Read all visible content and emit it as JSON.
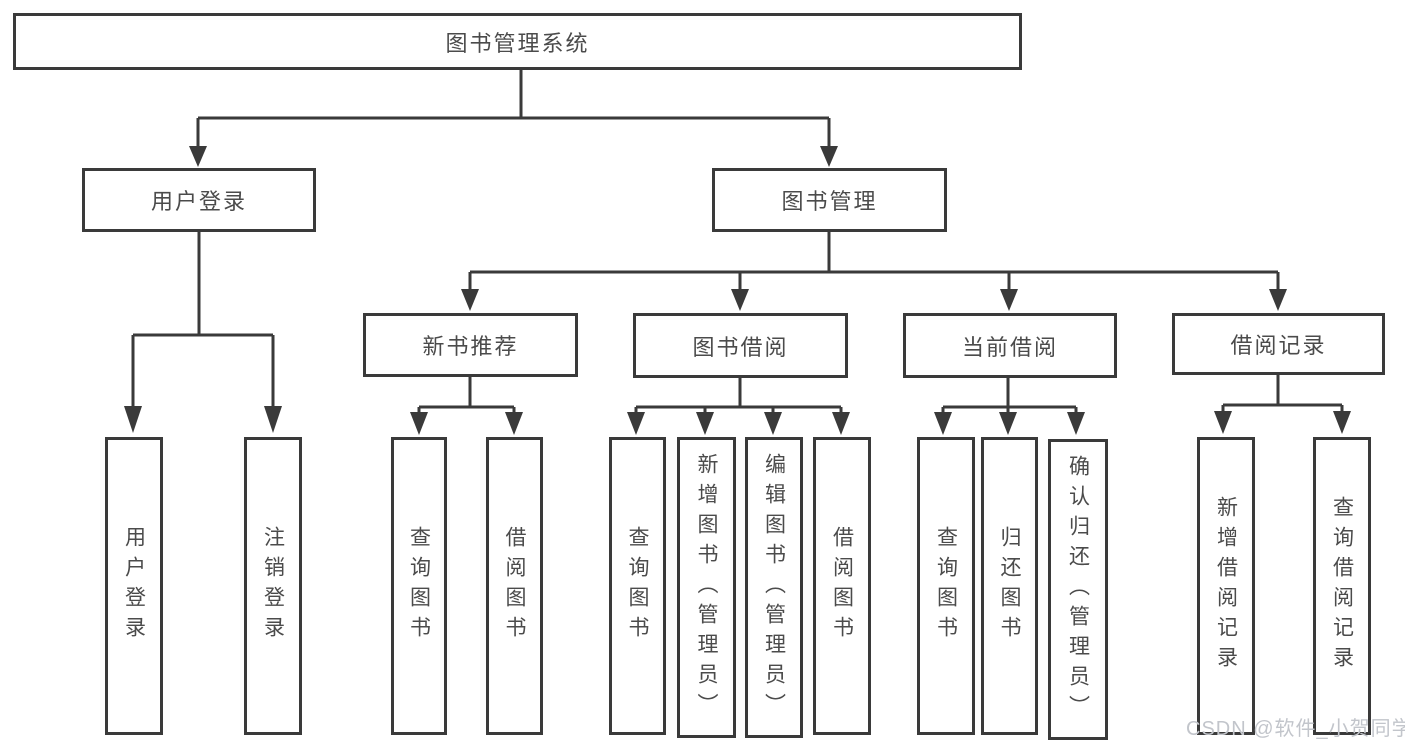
{
  "nodes": {
    "root": "图书管理系统",
    "user_login": "用户登录",
    "book_mgmt": "图书管理",
    "new_book": "新书推荐",
    "book_borrow": "图书借阅",
    "current_borrow": "当前借阅",
    "borrow_records": "借阅记录",
    "user_leaves": [
      "用户登录",
      "注销登录"
    ],
    "new_book_leaves": [
      "查询图书",
      "借阅图书"
    ],
    "book_borrow_leaves": [
      "查询图书",
      "新增图书（管理员）",
      "编辑图书（管理员）",
      "借阅图书"
    ],
    "current_borrow_leaves": [
      "查询图书",
      "归还图书",
      "确认归还（管理员）"
    ],
    "borrow_records_leaves": [
      "新增借阅记录",
      "查询借阅记录"
    ]
  },
  "watermark": "CSDN @软件_小贺同学",
  "colors": {
    "line": "#3a3a3a",
    "text": "#4b4b4b",
    "watermark": "#c2c5cb",
    "background": "#ffffff"
  }
}
